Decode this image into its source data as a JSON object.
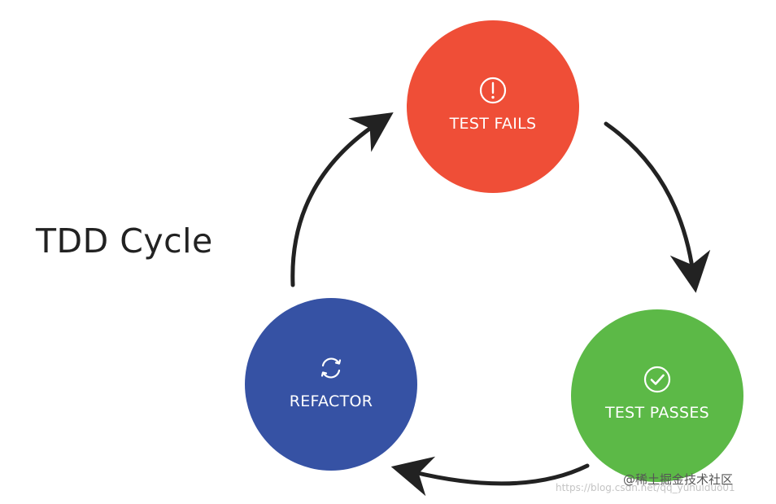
{
  "title": "TDD Cycle",
  "nodes": {
    "fail": {
      "label": "TEST FAILS",
      "icon": "exclamation-circle-icon",
      "color": "#ef4e37"
    },
    "pass": {
      "label": "TEST PASSES",
      "icon": "check-circle-icon",
      "color": "#5cb947"
    },
    "refactor": {
      "label": "REFACTOR",
      "icon": "refresh-icon",
      "color": "#3652a4"
    }
  },
  "arrow_color": "#222222",
  "watermark": {
    "brand": "@稀土掘金技术社区",
    "url": "https://blog.csdn.net/qq_yuhuiduo01"
  }
}
